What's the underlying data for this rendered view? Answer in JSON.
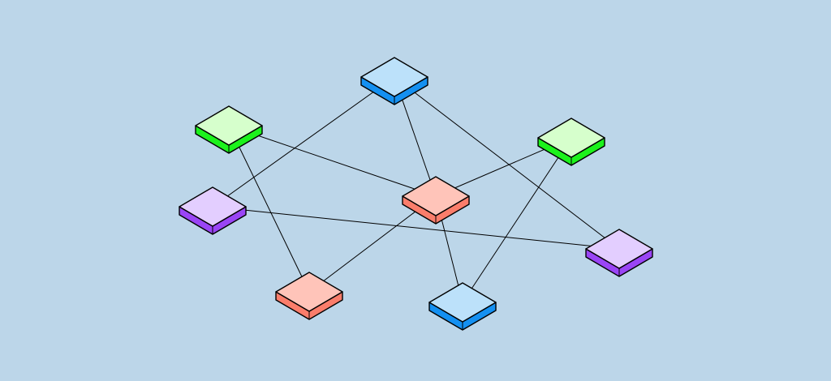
{
  "diagram": {
    "background": "#bcd6e9",
    "edge_color": "#000000",
    "palette": {
      "blue": {
        "top": "#bce1fa",
        "side": "#1490f1"
      },
      "green": {
        "top": "#d6ffcc",
        "side": "#1cf21c"
      },
      "red": {
        "top": "#ffc4b9",
        "side": "#fa7d6b"
      },
      "purple": {
        "top": "#e3ceff",
        "side": "#9a45f5"
      }
    },
    "nodes": [
      {
        "id": "blue-top",
        "color": "blue"
      },
      {
        "id": "green-left",
        "color": "green"
      },
      {
        "id": "green-right",
        "color": "green"
      },
      {
        "id": "purple-left",
        "color": "purple"
      },
      {
        "id": "red-center",
        "color": "red"
      },
      {
        "id": "purple-right",
        "color": "purple"
      },
      {
        "id": "red-bottom",
        "color": "red"
      },
      {
        "id": "blue-bottom",
        "color": "blue"
      }
    ],
    "edges": [
      [
        "blue-top",
        "purple-left"
      ],
      [
        "blue-top",
        "red-center"
      ],
      [
        "blue-top",
        "purple-right"
      ],
      [
        "green-left",
        "red-center"
      ],
      [
        "green-left",
        "red-bottom"
      ],
      [
        "green-right",
        "red-center"
      ],
      [
        "green-right",
        "blue-bottom"
      ],
      [
        "purple-left",
        "purple-right"
      ],
      [
        "red-center",
        "red-bottom"
      ],
      [
        "red-center",
        "blue-bottom"
      ]
    ]
  }
}
